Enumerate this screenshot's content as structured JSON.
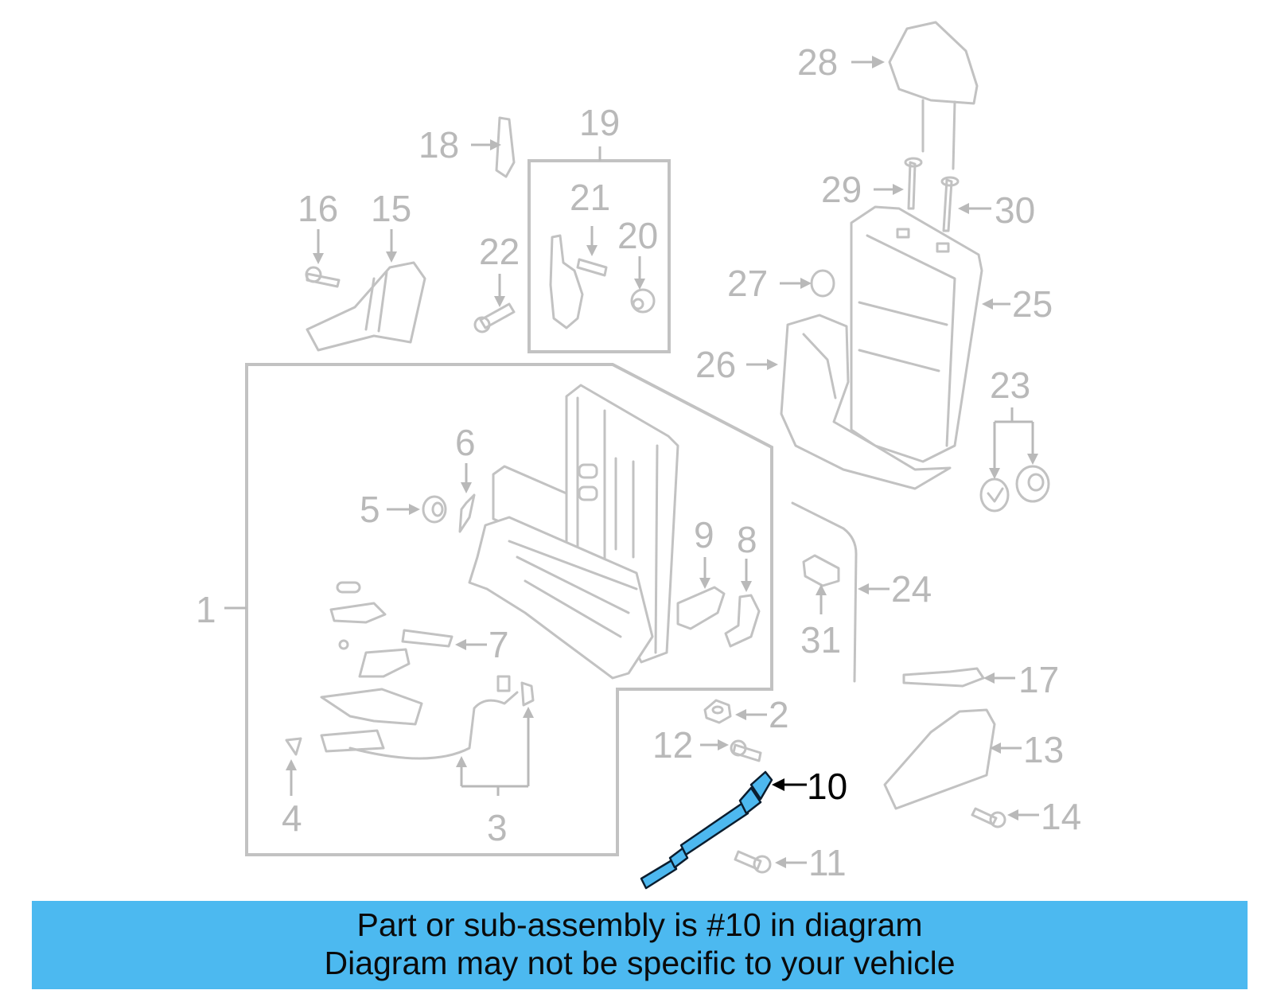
{
  "diagram": {
    "highlighted_part": "10",
    "callouts": [
      "1",
      "2",
      "3",
      "4",
      "5",
      "6",
      "7",
      "8",
      "9",
      "10",
      "11",
      "12",
      "13",
      "14",
      "15",
      "16",
      "17",
      "18",
      "19",
      "20",
      "21",
      "22",
      "23",
      "24",
      "25",
      "26",
      "27",
      "28",
      "29",
      "30",
      "31"
    ],
    "colors": {
      "linework": "#c2c2c2",
      "callout_text": "#b9b9b9",
      "highlight_fill": "#4db8ef",
      "banner": "#4cb9f0"
    }
  },
  "caption": {
    "line1": "Part or sub-assembly is #10 in diagram",
    "line2": "Diagram may not be specific to your vehicle"
  }
}
